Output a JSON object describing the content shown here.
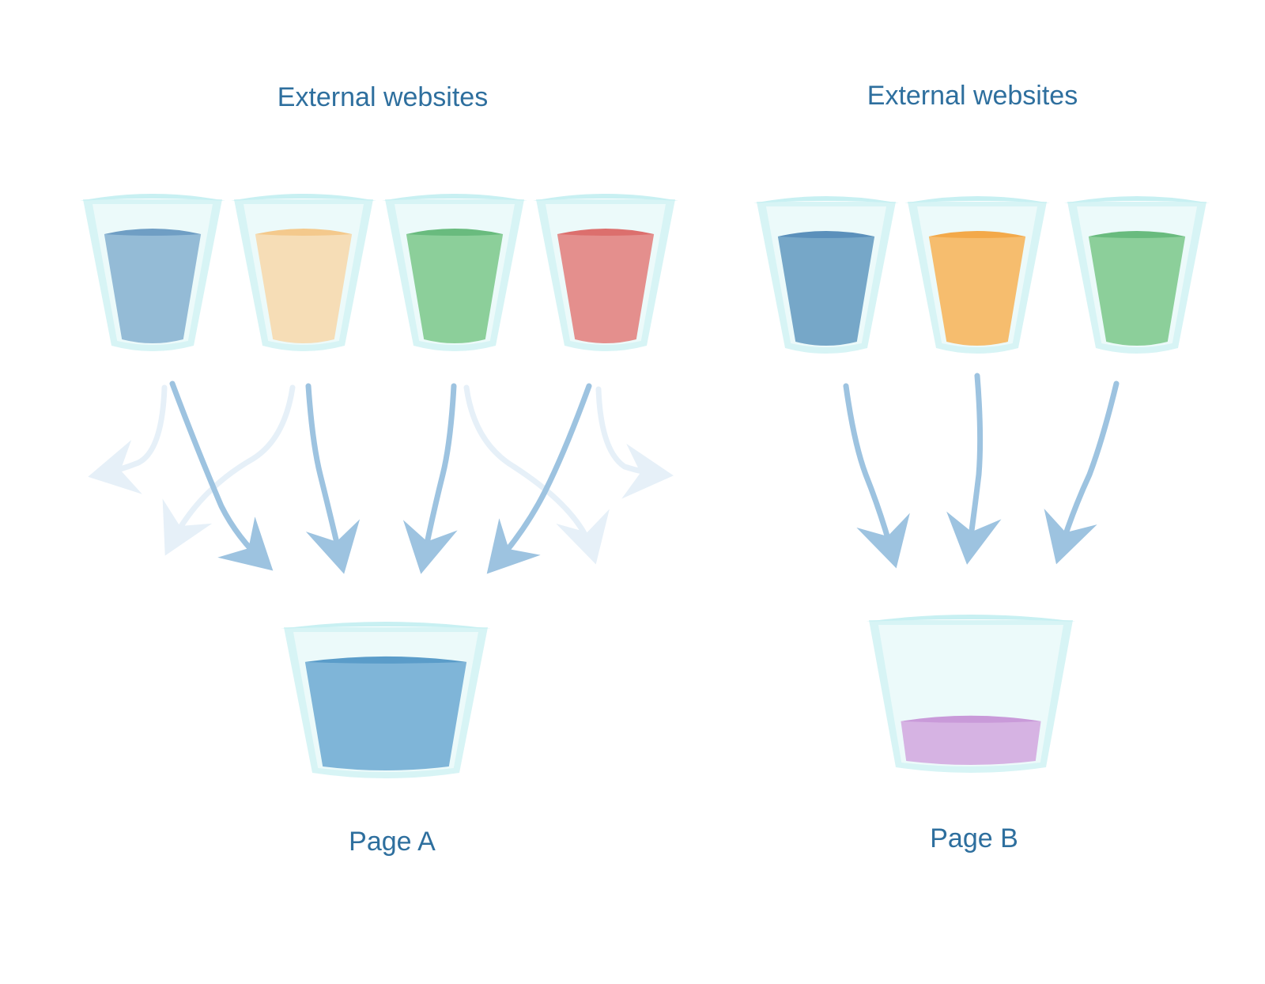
{
  "left_group": {
    "title": "External websites",
    "sources": [
      {
        "name": "blue",
        "liquid": "#94bbd6",
        "surface": "#6f9ec4",
        "level": 0.78
      },
      {
        "name": "peach",
        "liquid": "#f6ddb6",
        "surface": "#f4c98c",
        "level": 0.78
      },
      {
        "name": "green",
        "liquid": "#8ccf9a",
        "surface": "#69bb7e",
        "level": 0.78
      },
      {
        "name": "red",
        "liquid": "#e48f8d",
        "surface": "#dc6f6d",
        "level": 0.78
      }
    ],
    "target": {
      "label": "Page A",
      "liquid": "#7fb5d8",
      "surface": "#5a9cc9",
      "level": 0.78
    }
  },
  "right_group": {
    "title": "External websites",
    "sources": [
      {
        "name": "blue",
        "liquid": "#76a7c8",
        "surface": "#5b90bb",
        "level": 0.78
      },
      {
        "name": "orange",
        "liquid": "#f6bd6e",
        "surface": "#f3a94a",
        "level": 0.78
      },
      {
        "name": "green",
        "liquid": "#8ccf9a",
        "surface": "#69bb7e",
        "level": 0.78
      }
    ],
    "target": {
      "label": "Page B",
      "liquid": "#d6b3e3",
      "surface": "#c99ad9",
      "level": 0.3
    }
  },
  "colors": {
    "glass_rim": "#c8f0f2",
    "glass_body": "#ecfafa",
    "glass_wall": "#d7f4f5",
    "arrow_strong": "#9dc3e0",
    "arrow_faded": "#e6f0f8",
    "label": "#2e6f9e"
  }
}
